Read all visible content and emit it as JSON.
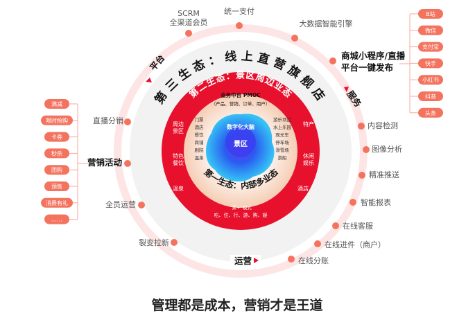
{
  "colors": {
    "red": "#e8112d",
    "pill": "#f4735f",
    "ring": "#fde1e1",
    "beige": "#f7dccb",
    "brain": "#2aa8f0"
  },
  "rings": {
    "third": "第三生态：线上直营旗舰店",
    "second": "第二生态：景区周边业态",
    "first": "第一生态：内部多业态"
  },
  "ring_labels": {
    "platform": "平台",
    "service": "服务",
    "operation": "运营"
  },
  "center": {
    "brain": "数字化大脑",
    "core": "景区"
  },
  "middle": {
    "title": "业务中台 PMOC",
    "subtitle": "（产品、营销、订单、用户）",
    "left_items": [
      "门票",
      "酒店",
      "餐饮",
      "商铺",
      "剧院",
      "温泉"
    ],
    "right_items": [
      "游乐项目",
      "水上乐园",
      "观光车",
      "停车场",
      "滑雪场",
      "游船"
    ],
    "mode_title": "“票+”模式",
    "mode_items": "吃、住、行、游、购、娱"
  },
  "red_ring_items": [
    "周边\n景区",
    "特色\n餐饮",
    "温泉",
    "特产",
    "休闲\n娱乐",
    "酒店"
  ],
  "outer_nodes": {
    "top": [
      "SCRM\n全渠道会员",
      "统一支付",
      "大数据智能引擎"
    ],
    "left": [
      "直播分销",
      "营销活动",
      "全员运营",
      "裂变拉新"
    ],
    "right_heading": "商城小程序/直播\n平台一键发布",
    "right": [
      "内容检测",
      "图像分析",
      "精准推送",
      "智能报表",
      "在线客服",
      "在线进件（商户）",
      "在线分账"
    ]
  },
  "marketing_pills": [
    "满减",
    "限时抢购",
    "卡券",
    "秒杀",
    "团购",
    "预售",
    "消费有礼",
    "……"
  ],
  "platform_pills": [
    "B站",
    "微信",
    "支付宝",
    "快手",
    "小红书",
    "抖音",
    "头条"
  ],
  "footer": "管理都是成本，营销才是王道"
}
